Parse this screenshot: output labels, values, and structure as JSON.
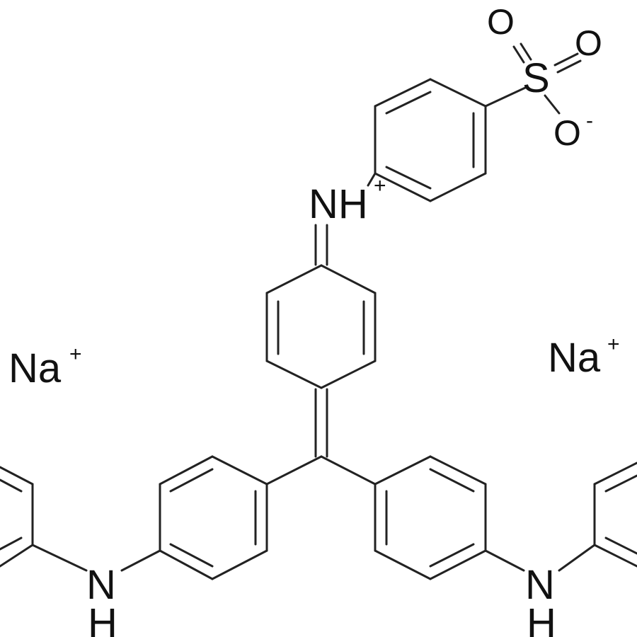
{
  "structure": {
    "atoms": {
      "imine_n": "NH",
      "imine_charge": "+",
      "sulfur": "S",
      "oxygen_top": "O",
      "oxygen_right": "O",
      "oxygen_bottom": "O",
      "oxygen_charge": "-",
      "amine_left_n": "N",
      "amine_left_h": "H",
      "amine_right_n": "N",
      "amine_right_h": "H"
    },
    "counterions": {
      "left": "Na",
      "left_charge": "+",
      "right": "Na",
      "right_charge": "+"
    }
  }
}
